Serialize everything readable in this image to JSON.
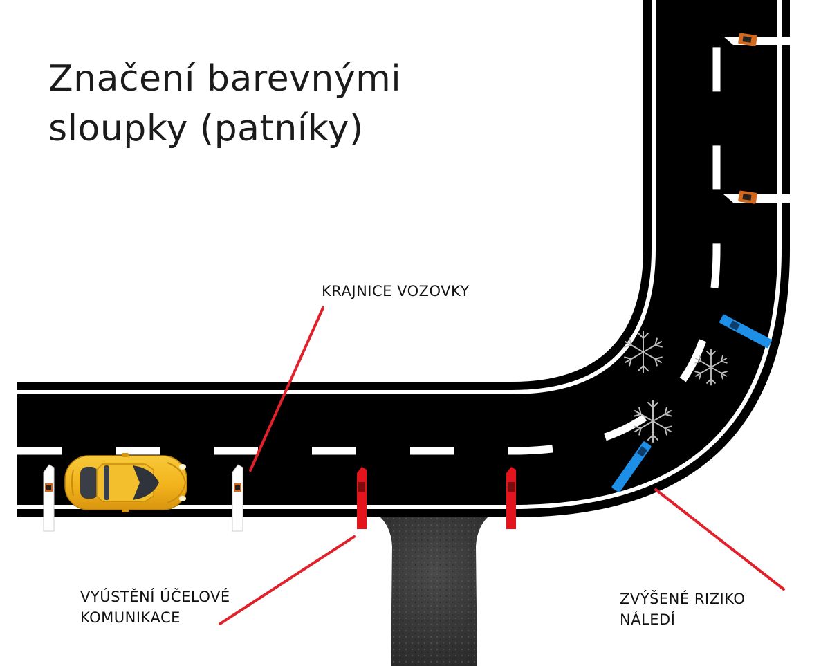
{
  "title": {
    "line1": "Značení barevnými",
    "line2": "sloupky (patníky)"
  },
  "labels": {
    "road_edge": "KRAJNICE VOZOVKY",
    "access_road_line1": "VYÚSTĚNÍ ÚČELOVÉ",
    "access_road_line2": "KOMUNIKACE",
    "ice_risk_line1": "ZVÝŠENÉ RIZIKO",
    "ice_risk_line2": "NÁLEDÍ"
  },
  "colors": {
    "asphalt": "#000000",
    "road_marking": "#ffffff",
    "pointer_line": "#e0202a",
    "post_red": "#e3141c",
    "post_blue": "#1e8fe6",
    "post_reflector": "#d2691e",
    "car_body": "#f2b51f",
    "side_road": "#3a3a3a"
  },
  "icons": [
    "snowflake-icon",
    "car-icon"
  ]
}
